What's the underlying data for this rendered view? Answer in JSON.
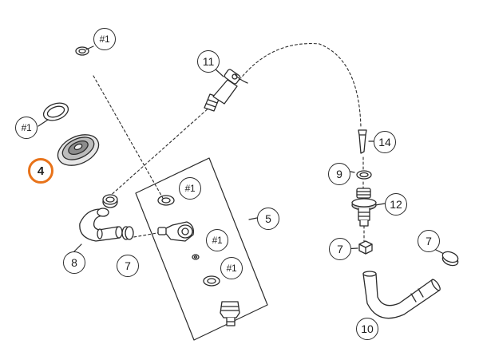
{
  "diagram": {
    "highlight_color": "#e8731a",
    "line_color": "#2b2b2b",
    "fill_color": "#ffffff",
    "callouts": [
      {
        "id": "ref-top",
        "label": "#1"
      },
      {
        "id": "ref-left",
        "label": "#1"
      },
      {
        "id": "item-4",
        "label": "4"
      },
      {
        "id": "item-11",
        "label": "11"
      },
      {
        "id": "ref-box-a",
        "label": "#1"
      },
      {
        "id": "item-5",
        "label": "5"
      },
      {
        "id": "ref-box-b",
        "label": "#1"
      },
      {
        "id": "ref-box-c",
        "label": "#1"
      },
      {
        "id": "item-8",
        "label": "8"
      },
      {
        "id": "item-7-left",
        "label": "7"
      },
      {
        "id": "item-14",
        "label": "14"
      },
      {
        "id": "item-9",
        "label": "9"
      },
      {
        "id": "item-12",
        "label": "12"
      },
      {
        "id": "item-7-mid",
        "label": "7"
      },
      {
        "id": "item-7-right",
        "label": "7"
      },
      {
        "id": "item-10",
        "label": "10"
      }
    ]
  }
}
